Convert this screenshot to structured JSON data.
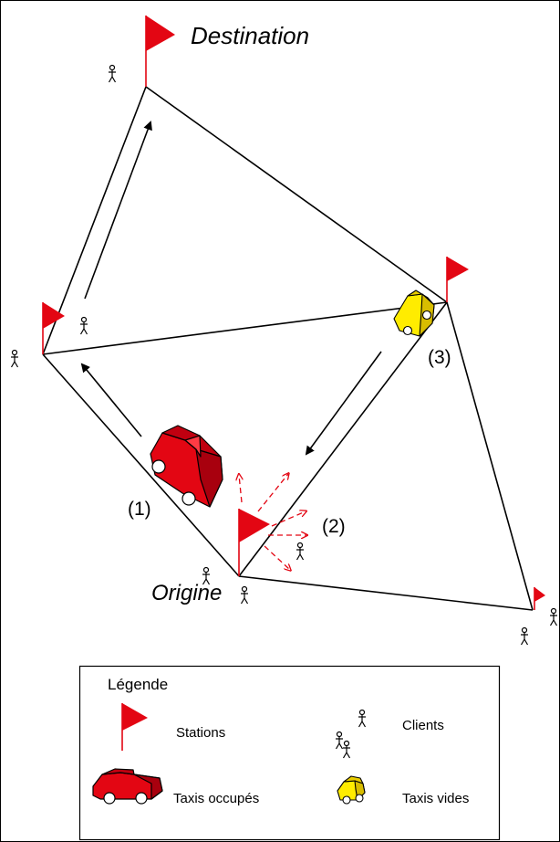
{
  "diagram": {
    "destination_label": "Destination",
    "origin_label": "Origine",
    "step_1": "(1)",
    "step_2": "(2)",
    "step_3": "(3)"
  },
  "legend": {
    "title": "Légende",
    "stations": "Stations",
    "clients": "Clients",
    "busy_taxis": "Taxis occupés",
    "empty_taxis": "Taxis vides"
  },
  "colors": {
    "flag": "#e30613",
    "busy_taxi": "#e30613",
    "empty_taxi": "#ffec00",
    "line": "#000000"
  }
}
